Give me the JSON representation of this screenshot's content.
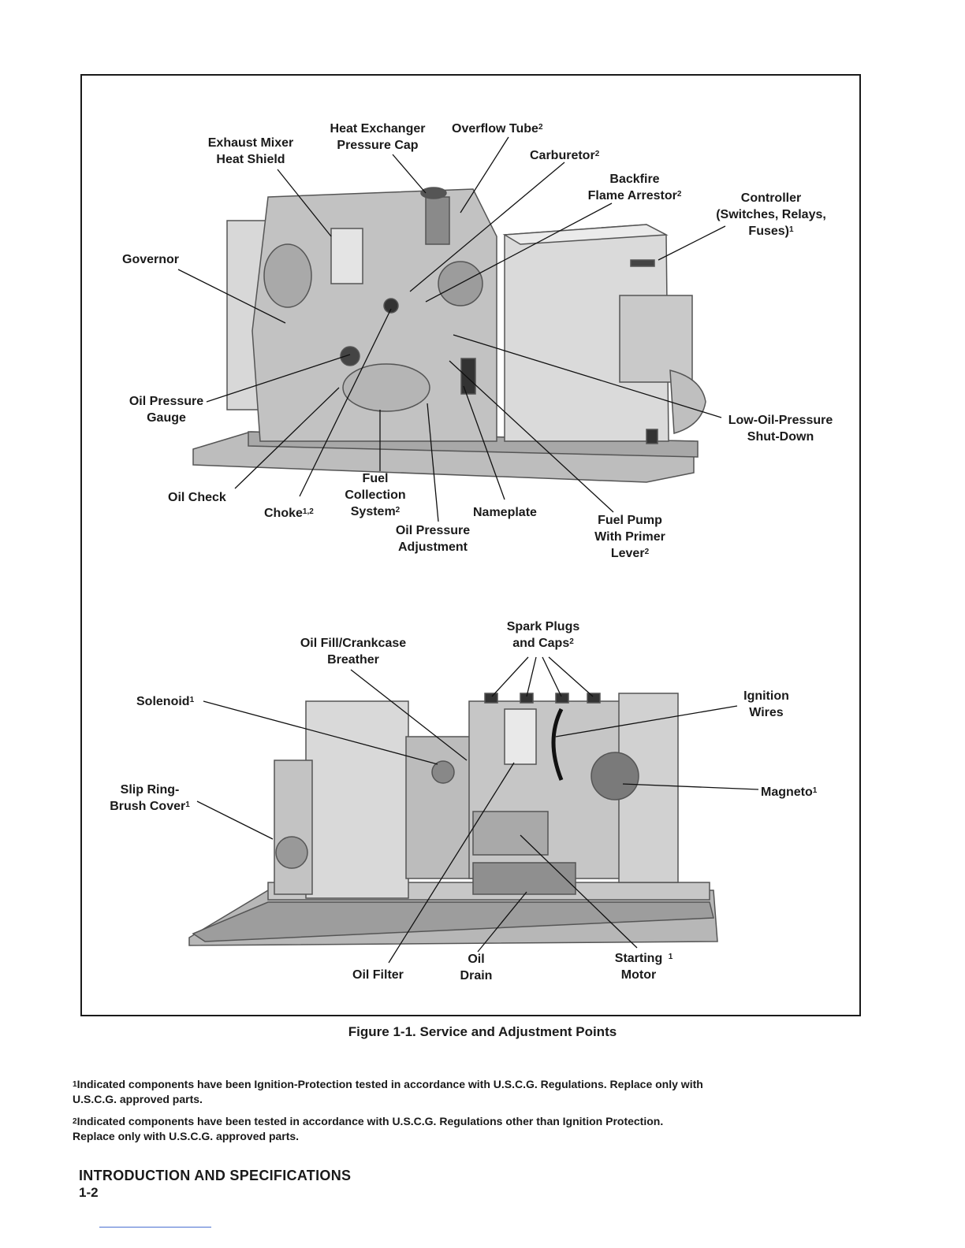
{
  "figure": {
    "caption": "Figure 1-1.  Service and Adjustment Points",
    "top_labels": [
      {
        "text": "Exhaust Mixer\nHeat Shield",
        "sup": ""
      },
      {
        "text": "Heat Exchanger\nPressure Cap",
        "sup": ""
      },
      {
        "text": "Overflow Tube",
        "sup": "2"
      },
      {
        "text": "Carburetor",
        "sup": "2"
      },
      {
        "text": "Backfire\nFlame Arrestor",
        "sup": "2"
      },
      {
        "text": "Controller\n(Switches, Relays,\nFuses)",
        "sup": "1"
      },
      {
        "text": "Governor",
        "sup": ""
      },
      {
        "text": "Oil Pressure\nGauge",
        "sup": ""
      },
      {
        "text": "Low-Oil-Pressure\nShut-Down",
        "sup": ""
      },
      {
        "text": "Oil Check",
        "sup": ""
      },
      {
        "text": "Choke",
        "sup": "1,2"
      },
      {
        "text": "Fuel\nCollection\nSystem",
        "sup": "2"
      },
      {
        "text": "Nameplate",
        "sup": ""
      },
      {
        "text": "Oil Pressure\nAdjustment",
        "sup": ""
      },
      {
        "text": "Fuel Pump\nWith Primer\nLever",
        "sup": "2"
      }
    ],
    "bottom_labels": [
      {
        "text": "Spark Plugs\nand Caps",
        "sup": "2"
      },
      {
        "text": "Oil Fill/Crankcase\nBreather",
        "sup": ""
      },
      {
        "text": "Solenoid",
        "sup": "1"
      },
      {
        "text": "Ignition\nWires",
        "sup": ""
      },
      {
        "text": "Slip Ring-\nBrush Cover",
        "sup": "1"
      },
      {
        "text": "Magneto",
        "sup": "1"
      },
      {
        "text": "Oil Filter",
        "sup": ""
      },
      {
        "text": "Oil\nDrain",
        "sup": ""
      },
      {
        "text": "Starting\nMotor",
        "sup": "1"
      }
    ]
  },
  "footnotes": [
    {
      "num": "1",
      "text": "Indicated components have been Ignition-Protection tested in accordance with U.S.C.G. Regulations. Replace only with U.S.C.G. approved parts."
    },
    {
      "num": "2",
      "text": "Indicated components have been tested in accordance with U.S.C.G. Regulations other than Ignition Protection. Replace only with U.S.C.G. approved parts."
    }
  ],
  "footer": {
    "section": "INTRODUCTION AND SPECIFICATIONS",
    "page": "1-2"
  }
}
